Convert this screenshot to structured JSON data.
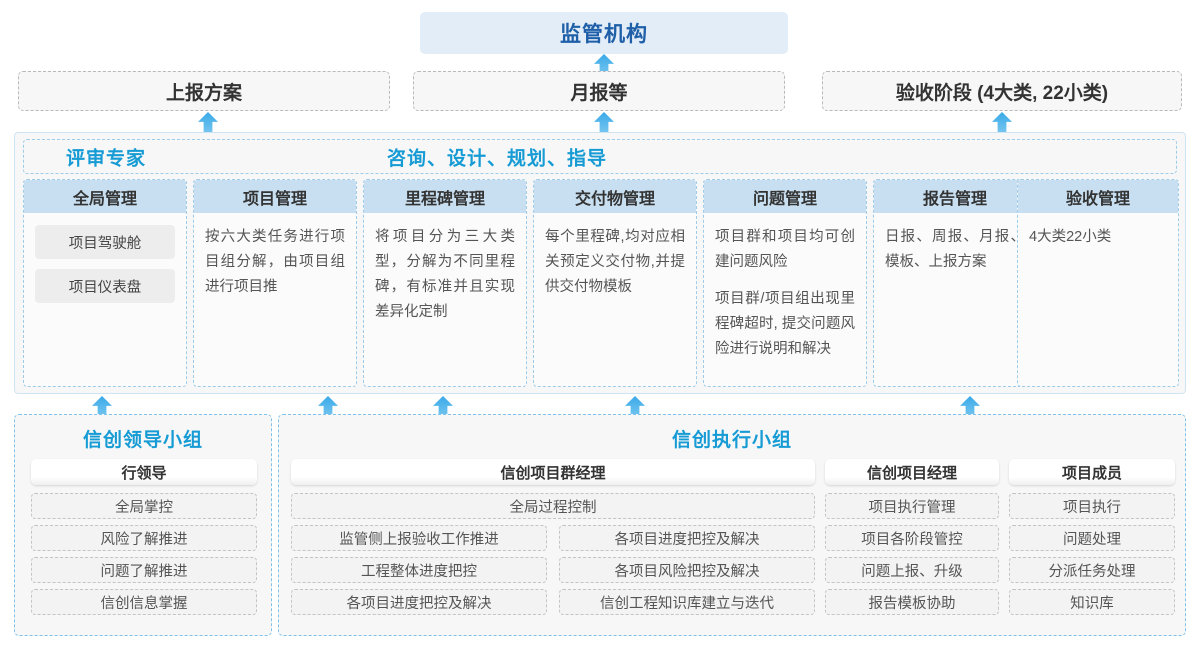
{
  "top": {
    "regulator": "监管机构",
    "reports": [
      {
        "label": "上报方案"
      },
      {
        "label": "月报等"
      },
      {
        "label": "验收阶段 (4大类, 22小类)"
      }
    ]
  },
  "mid": {
    "roles": {
      "review": "评审专家",
      "consult": "咨询、设计、规划、指导"
    },
    "columns": [
      {
        "header": "全局管理",
        "paragraphs": [],
        "pills": [
          "项目驾驶舱",
          "项目仪表盘"
        ]
      },
      {
        "header": "项目管理",
        "paragraphs": [
          "按六大类任务进行项目组分解，由项目组进行项目推"
        ],
        "pills": []
      },
      {
        "header": "里程碑管理",
        "paragraphs": [
          "将项目分为三大类型，分解为不同里程碑，有标准并且实现差异化定制"
        ],
        "pills": []
      },
      {
        "header": "交付物管理",
        "paragraphs": [
          "每个里程碑,均对应相关预定义交付物,并提供交付物模板"
        ],
        "pills": []
      },
      {
        "header": "问题管理",
        "paragraphs": [
          "项目群和项目均可创建问题风险",
          "项目群/项目组出现里程碑超时, 提交问题风险进行说明和解决"
        ],
        "pills": []
      },
      {
        "header": "报告管理",
        "paragraphs": [
          "日报、周报、月报、模板、上报方案"
        ],
        "pills": []
      },
      {
        "header": "验收管理",
        "paragraphs": [
          "4大类22小类"
        ],
        "pills": []
      }
    ]
  },
  "bottom": {
    "groups": [
      {
        "title": "信创领导小组",
        "roles": [
          {
            "name": "行领导",
            "wide_tasks": [],
            "tasks": [
              "全局掌控",
              "风险了解推进",
              "问题了解推进",
              "信创信息掌握"
            ]
          }
        ]
      },
      {
        "title": "信创执行小组",
        "roles": [
          {
            "name": "信创项目群经理",
            "wide_tasks": [
              "全局过程控制"
            ],
            "tasks_left": [
              "监管侧上报验收工作推进",
              "工程整体进度把控",
              "各项目进度把控及解决"
            ],
            "tasks_right": [
              "各项目进度把控及解决",
              "各项目风险把控及解决",
              "信创工程知识库建立与迭代"
            ]
          },
          {
            "name": "信创项目经理",
            "tasks": [
              "项目执行管理",
              "项目各阶段管控",
              "问题上报、升级",
              "报告模板协助"
            ]
          },
          {
            "name": "项目成员",
            "tasks": [
              "项目执行",
              "问题处理",
              "分派任务处理",
              "知识库"
            ]
          }
        ]
      }
    ]
  },
  "colors": {
    "accent_blue": "#169bd5",
    "regulator_text": "#1e5fa8",
    "regulator_bg": "#e3edf8",
    "header_bg": "#c7dff0",
    "arrow": "#3aa9e8"
  }
}
